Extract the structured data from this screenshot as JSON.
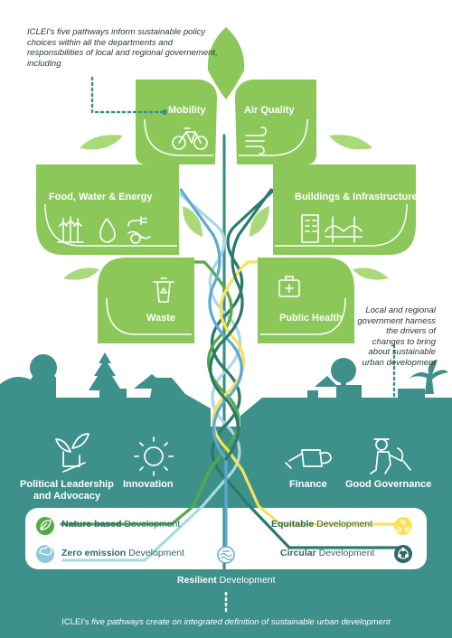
{
  "intro_note": "ICLEI's five pathways inform sustainable policy choices within all the departments and responsibilities of local and regional governement, including",
  "side_note": "Local and regional government harness the drivers of changes to bring about sustainable urban development",
  "leaves": {
    "mobility": "Mobility",
    "air_quality": "Air Quality",
    "food": "Food, Water & Energy",
    "buildings": "Buildings & Infrastructure",
    "waste": "Waste",
    "public_health": "Public Health"
  },
  "drivers": {
    "political": "Political Leadership and Advocacy",
    "innovation": "Innovation",
    "finance": "Finance",
    "governance": "Good Governance"
  },
  "pathways": {
    "nature_bold": "Nature based",
    "nature_rest": " Development",
    "zero_bold": "Zero emission",
    "zero_rest": " Development",
    "resilient_bold": "Resilient",
    "resilient_rest": " Development",
    "equitable_bold": "Equitable",
    "equitable_rest": " Development",
    "circular_bold": "Circular",
    "circular_rest": " Development"
  },
  "footer": {
    "brand": "ICLEI's",
    "rest": " five pathways create on integrated definition of sustainable urban development"
  },
  "colors": {
    "leaf": "#8cc859",
    "leaf_light": "#aad97a",
    "teal": "#3d918a",
    "teal_dark": "#2b6a68",
    "ground": "#e9efec",
    "green_line": "#56a84a",
    "dark_line": "#2b7a6e",
    "blue_line": "#5ea9d3",
    "light_line": "#a9d9e4",
    "yellow_line": "#f6e35a"
  }
}
